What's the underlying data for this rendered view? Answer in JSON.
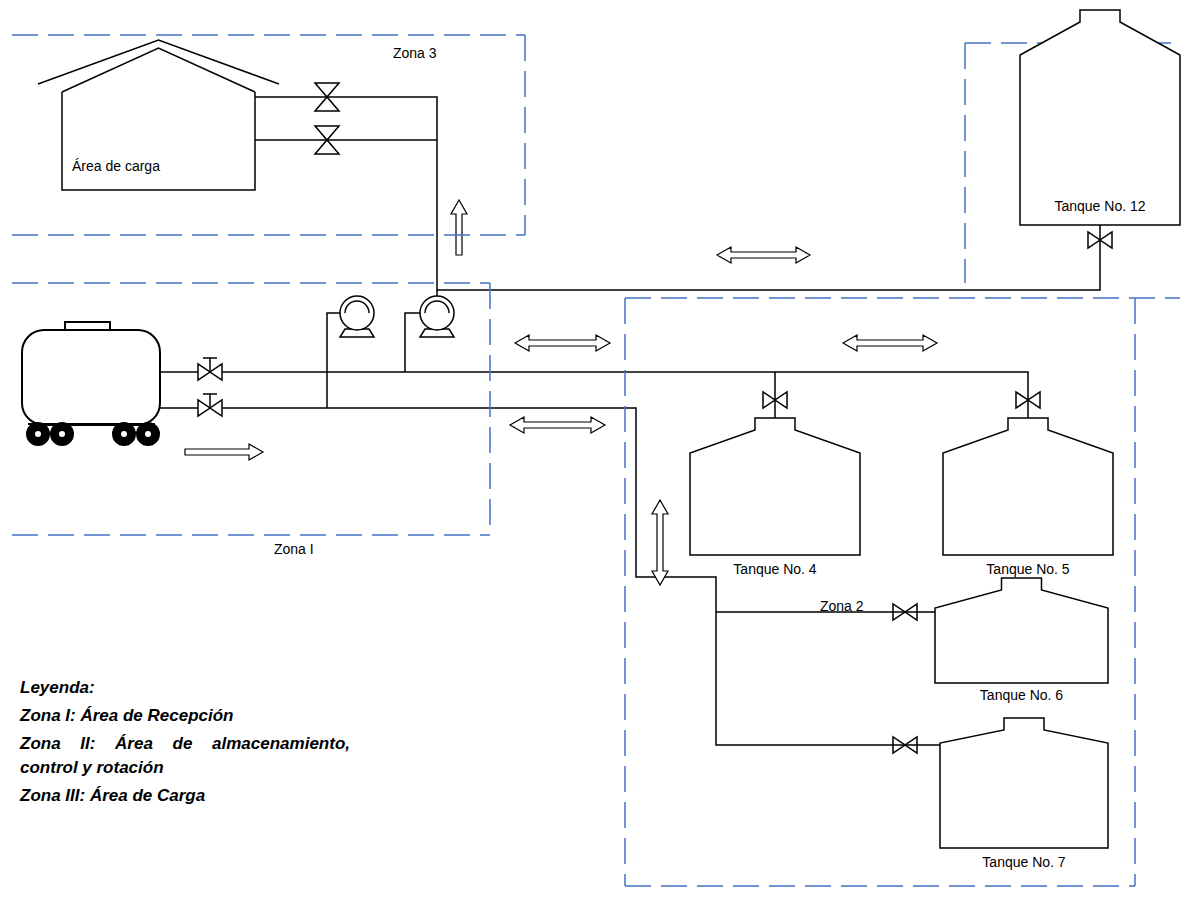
{
  "diagram": {
    "nodes": [
      {
        "text": [
          "Zona 3"
        ]
      },
      {
        "text": [
          "Área de carga"
        ],
        "in": 0
      },
      {
        "text": [
          "Zona I"
        ]
      },
      {
        "text": [
          "Tanque No. 12"
        ]
      },
      {
        "text": [
          "Zona 2"
        ]
      },
      {
        "text": [
          "Tanque No. 4"
        ],
        "in": 4
      },
      {
        "text": [
          "Tanque No. 5"
        ],
        "in": 4
      },
      {
        "text": [
          "Tanque No. 6"
        ],
        "in": 4
      },
      {
        "text": [
          "Tanque No. 7"
        ],
        "in": 4
      }
    ],
    "edges": [
      {
        "from": 1,
        "to": 3,
        "arrow": "none"
      },
      {
        "from": 5,
        "to": 6,
        "arrow": "none"
      },
      {
        "from": 7,
        "to": 8,
        "arrow": "none"
      }
    ],
    "labels": [
      "Leyenda:"
    ],
    "legend": [
      {
        "text": "Zona I: Área de Recepción"
      },
      {
        "text": "Zona II: Área de almacenamiento, control y rotación"
      },
      {
        "text": "Zona III: Área de Carga"
      }
    ]
  }
}
